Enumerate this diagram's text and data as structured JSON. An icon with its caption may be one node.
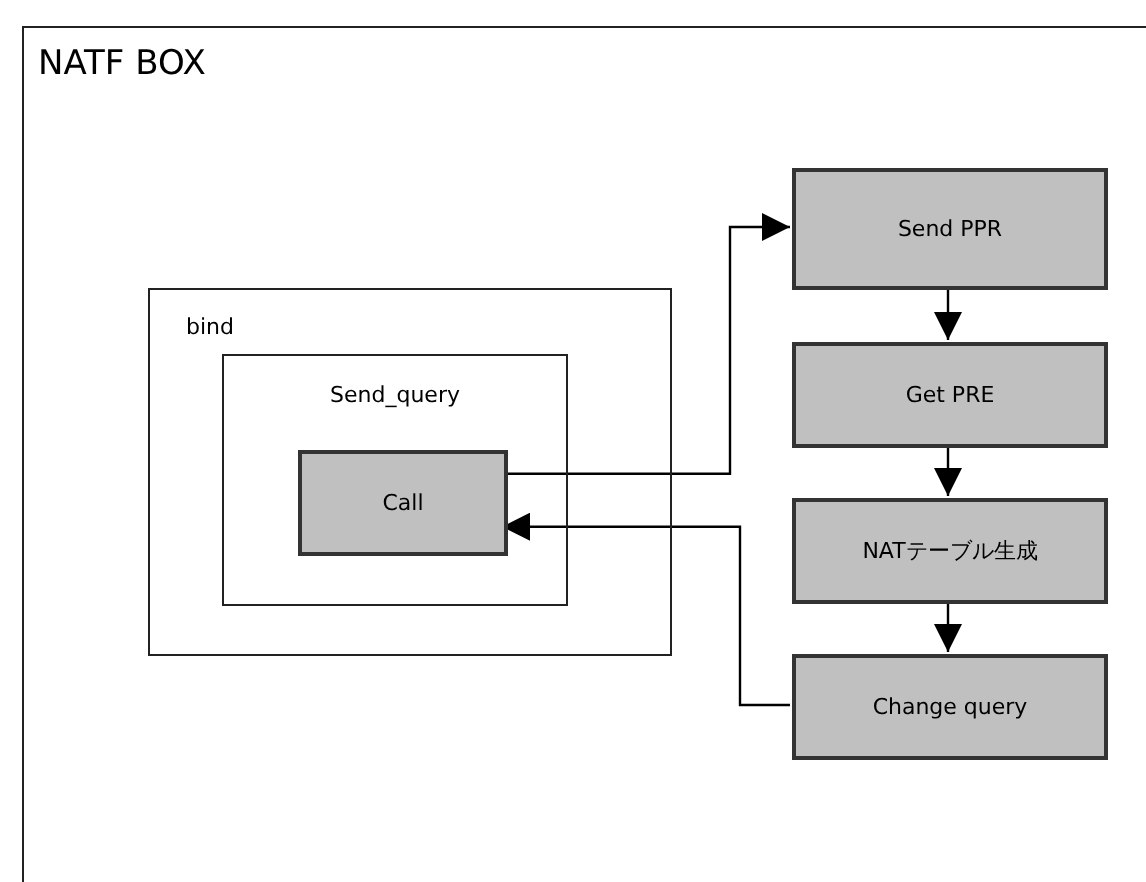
{
  "diagram": {
    "nodes": [
      {
        "text": [
          "NATF BOX"
        ]
      },
      {
        "text": [
          "bind"
        ],
        "in": 0
      },
      {
        "text": [
          "Send_query"
        ],
        "in": 1
      },
      {
        "text": [
          "Call"
        ],
        "in": 2
      },
      {
        "text": [
          "Send PPR"
        ],
        "in": 0
      },
      {
        "text": [
          "Get PRE"
        ],
        "in": 0
      },
      {
        "text": [
          "NATテーブル生成"
        ],
        "in": 0
      },
      {
        "text": [
          "Change query"
        ],
        "in": 0
      }
    ],
    "edges": [
      {
        "from": 3,
        "to": 4,
        "arrow": "to"
      },
      {
        "from": 4,
        "to": 5,
        "arrow": "to"
      },
      {
        "from": 5,
        "to": 6,
        "arrow": "to"
      },
      {
        "from": 6,
        "to": 7,
        "arrow": "to"
      },
      {
        "from": 7,
        "to": 3,
        "arrow": "to"
      }
    ]
  }
}
